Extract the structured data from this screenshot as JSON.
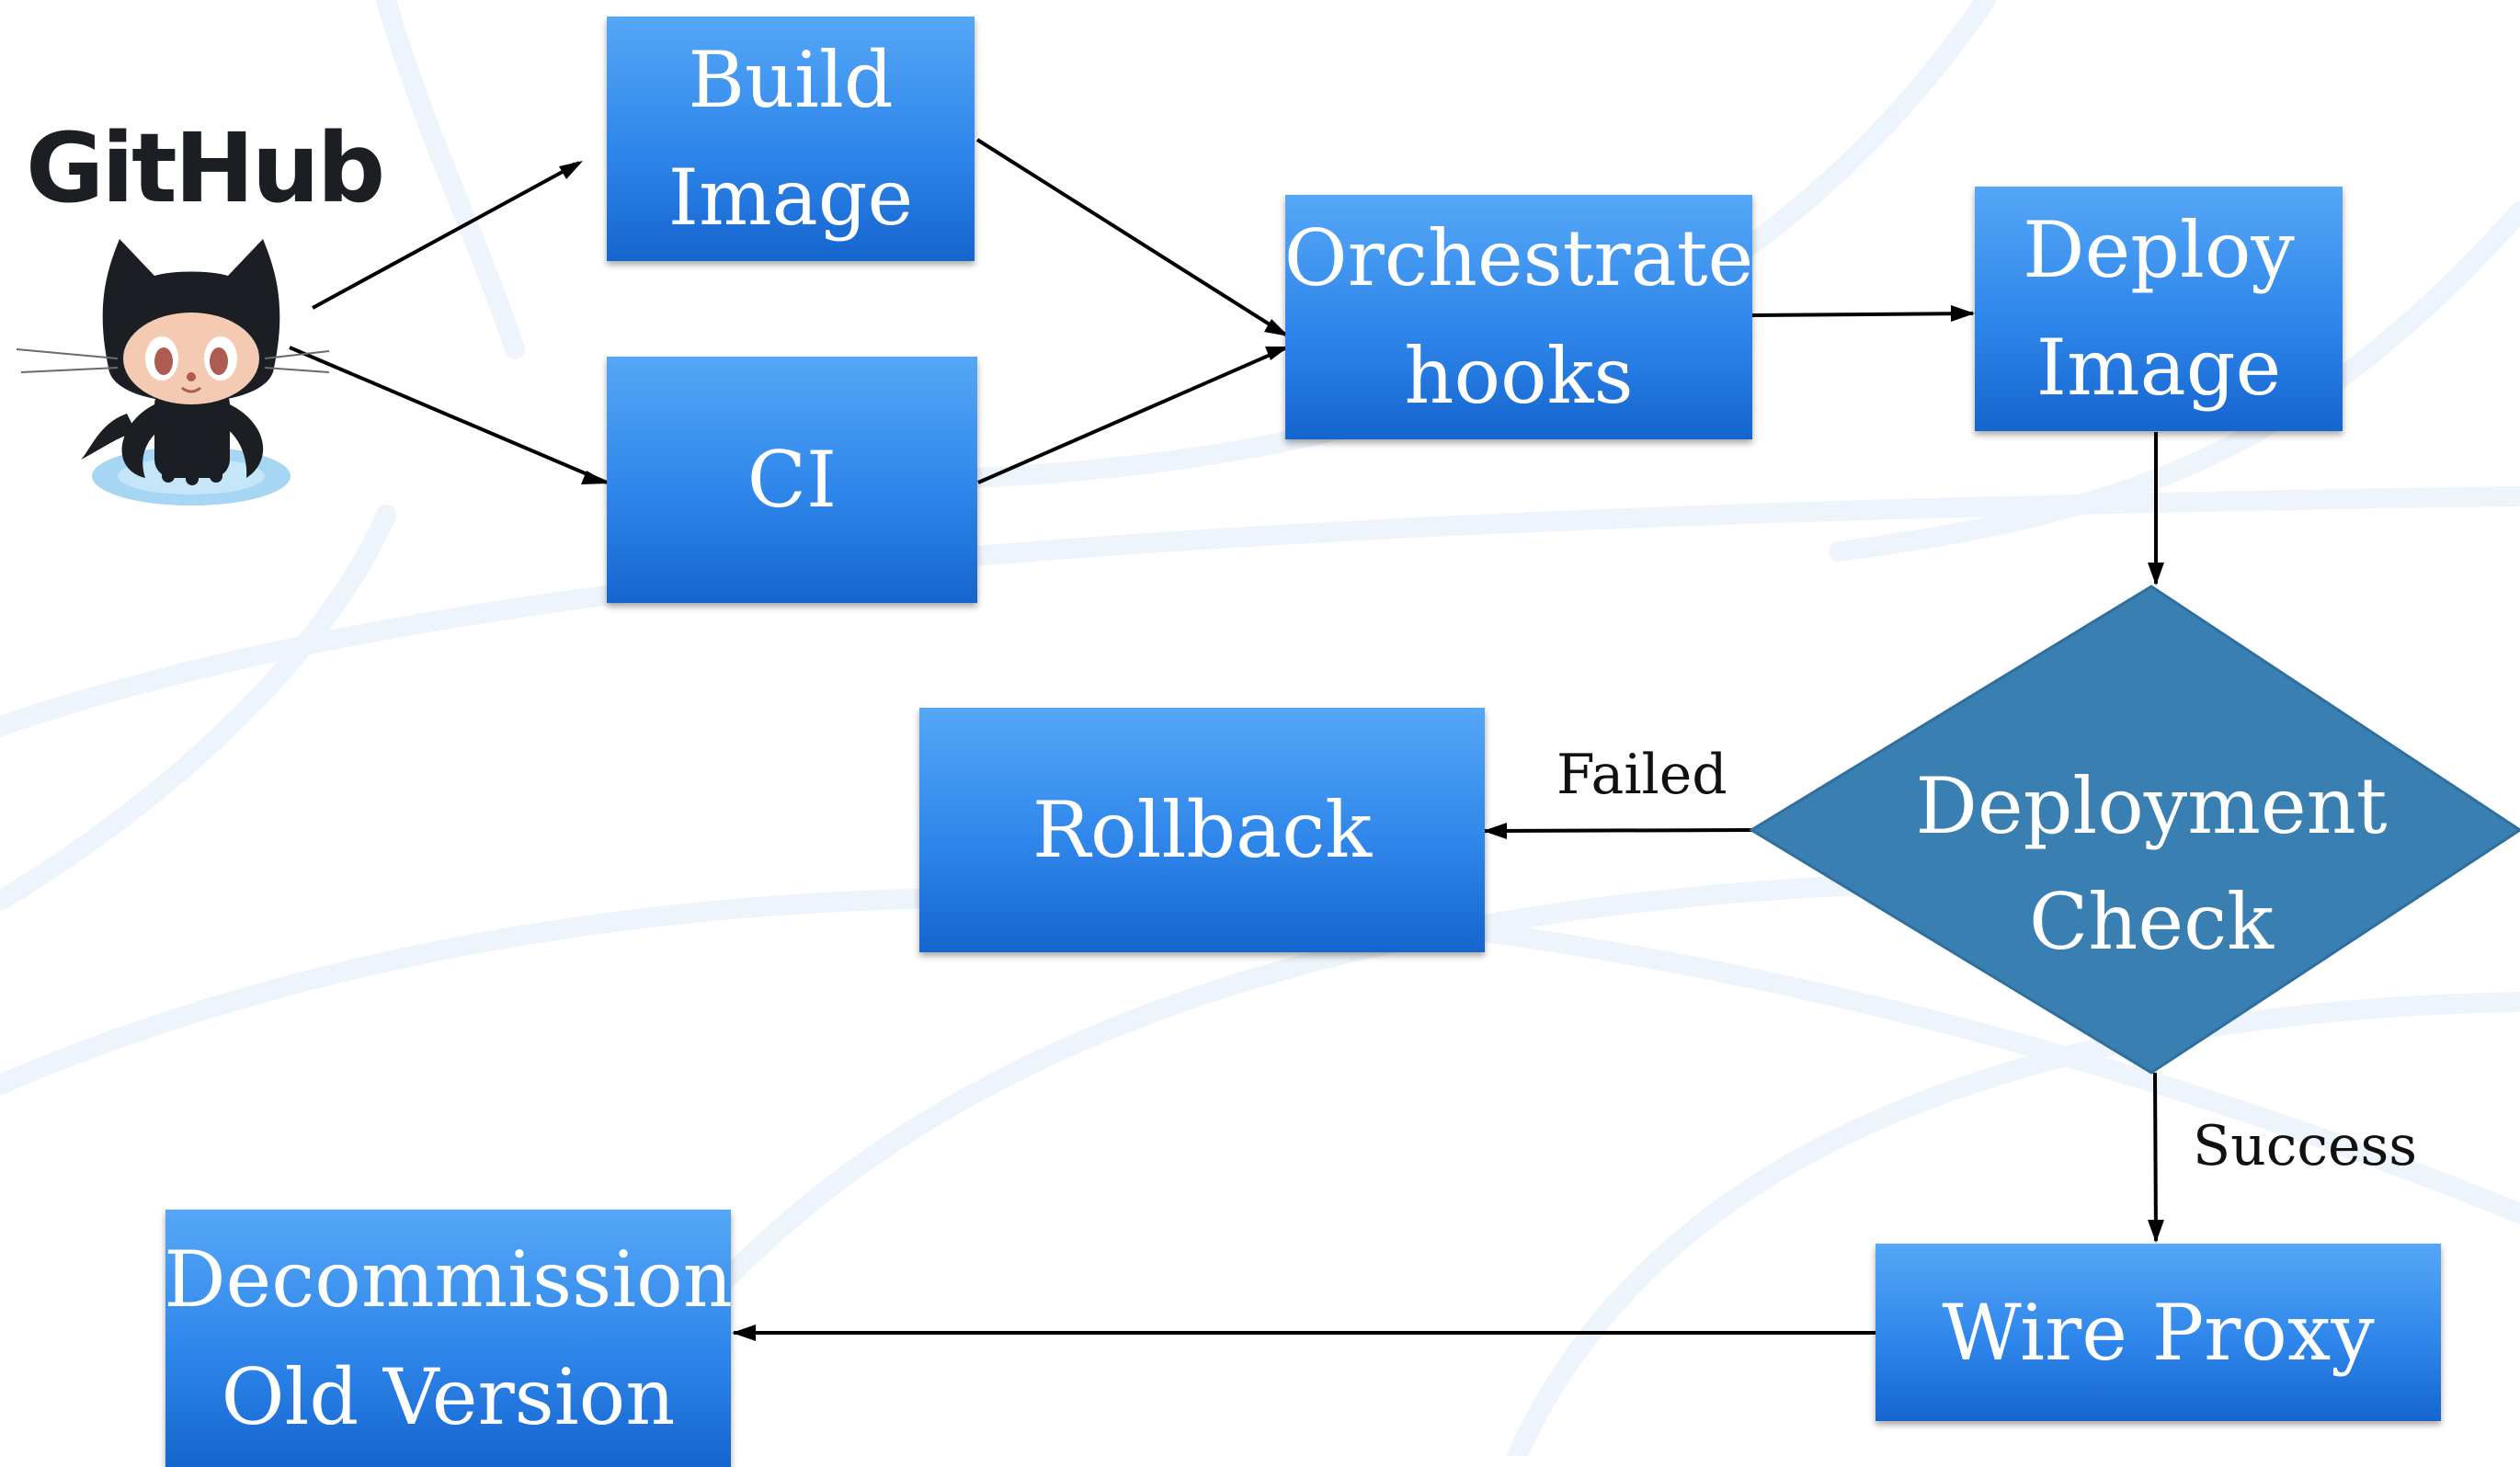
{
  "logo": {
    "text": "GitHub",
    "icon": "octocat-icon"
  },
  "nodes": {
    "build_image": {
      "line1": "Build",
      "line2": "Image"
    },
    "ci": {
      "line1": "CI"
    },
    "orchestrate_hooks": {
      "line1": "Orchestrate",
      "line2": "hooks"
    },
    "deploy_image": {
      "line1": "Deploy",
      "line2": "Image"
    },
    "deployment_check": {
      "line1": "Deployment",
      "line2": "Check"
    },
    "rollback": {
      "line1": "Rollback"
    },
    "wire_proxy": {
      "line1": "Wire Proxy"
    },
    "decommission": {
      "line1": "Decommission",
      "line2": "Old Version"
    }
  },
  "edges": {
    "failed_label": "Failed",
    "success_label": "Success"
  },
  "colors": {
    "box_top": "#55a7f6",
    "box_bottom": "#1565cf",
    "diamond": "#3a7fb2",
    "arrow": "#000000"
  }
}
